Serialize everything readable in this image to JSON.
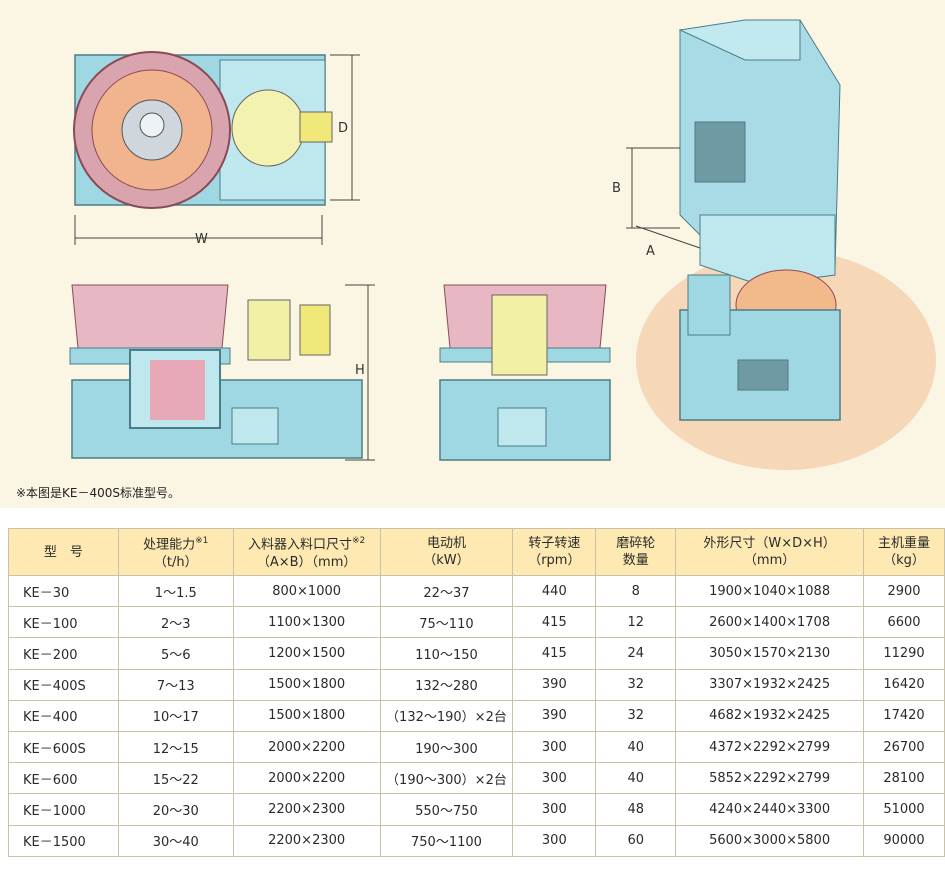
{
  "figure": {
    "dim_labels": {
      "d": "D",
      "w": "W",
      "h": "H",
      "a": "A",
      "b": "B"
    },
    "note": "※本图是KE－400S标准型号。"
  },
  "table": {
    "headers": [
      {
        "line1": "型　号",
        "sup": "",
        "line2": ""
      },
      {
        "line1": "处理能力",
        "sup": "※1",
        "line2": "（t/h）"
      },
      {
        "line1": "入料器入料口尺寸",
        "sup": "※2",
        "line2": "（A×B）（mm）"
      },
      {
        "line1": "电动机",
        "sup": "",
        "line2": "（kW）"
      },
      {
        "line1": "转子转速",
        "sup": "",
        "line2": "（rpm）"
      },
      {
        "line1": "磨碎轮",
        "sup": "",
        "line2": "数量"
      },
      {
        "line1": "外形尺寸（W×D×H）",
        "sup": "",
        "line2": "（mm）"
      },
      {
        "line1": "主机重量",
        "sup": "",
        "line2": "（kg）"
      }
    ],
    "rows": [
      [
        "KE－30",
        "1～1.5",
        "800×1000",
        "22～37",
        "440",
        "8",
        "1900×1040×1088",
        "2900"
      ],
      [
        "KE－100",
        "2～3",
        "1100×1300",
        "75～110",
        "415",
        "12",
        "2600×1400×1708",
        "6600"
      ],
      [
        "KE－200",
        "5～6",
        "1200×1500",
        "110～150",
        "415",
        "24",
        "3050×1570×2130",
        "11290"
      ],
      [
        "KE－400S",
        "7～13",
        "1500×1800",
        "132～280",
        "390",
        "32",
        "3307×1932×2425",
        "16420"
      ],
      [
        "KE－400",
        "10～17",
        "1500×1800",
        "（132～190）×2台",
        "390",
        "32",
        "4682×1932×2425",
        "17420"
      ],
      [
        "KE－600S",
        "12～15",
        "2000×2200",
        "190～300",
        "300",
        "40",
        "4372×2292×2799",
        "26700"
      ],
      [
        "KE－600",
        "15～22",
        "2000×2200",
        "（190～300）×2台",
        "300",
        "40",
        "5852×2292×2799",
        "28100"
      ],
      [
        "KE－1000",
        "20～30",
        "2200×2300",
        "550～750",
        "300",
        "48",
        "4240×2440×3300",
        "51000"
      ],
      [
        "KE－1500",
        "30～40",
        "2200×2300",
        "750～1100",
        "300",
        "60",
        "5600×3000×5800",
        "90000"
      ]
    ]
  }
}
